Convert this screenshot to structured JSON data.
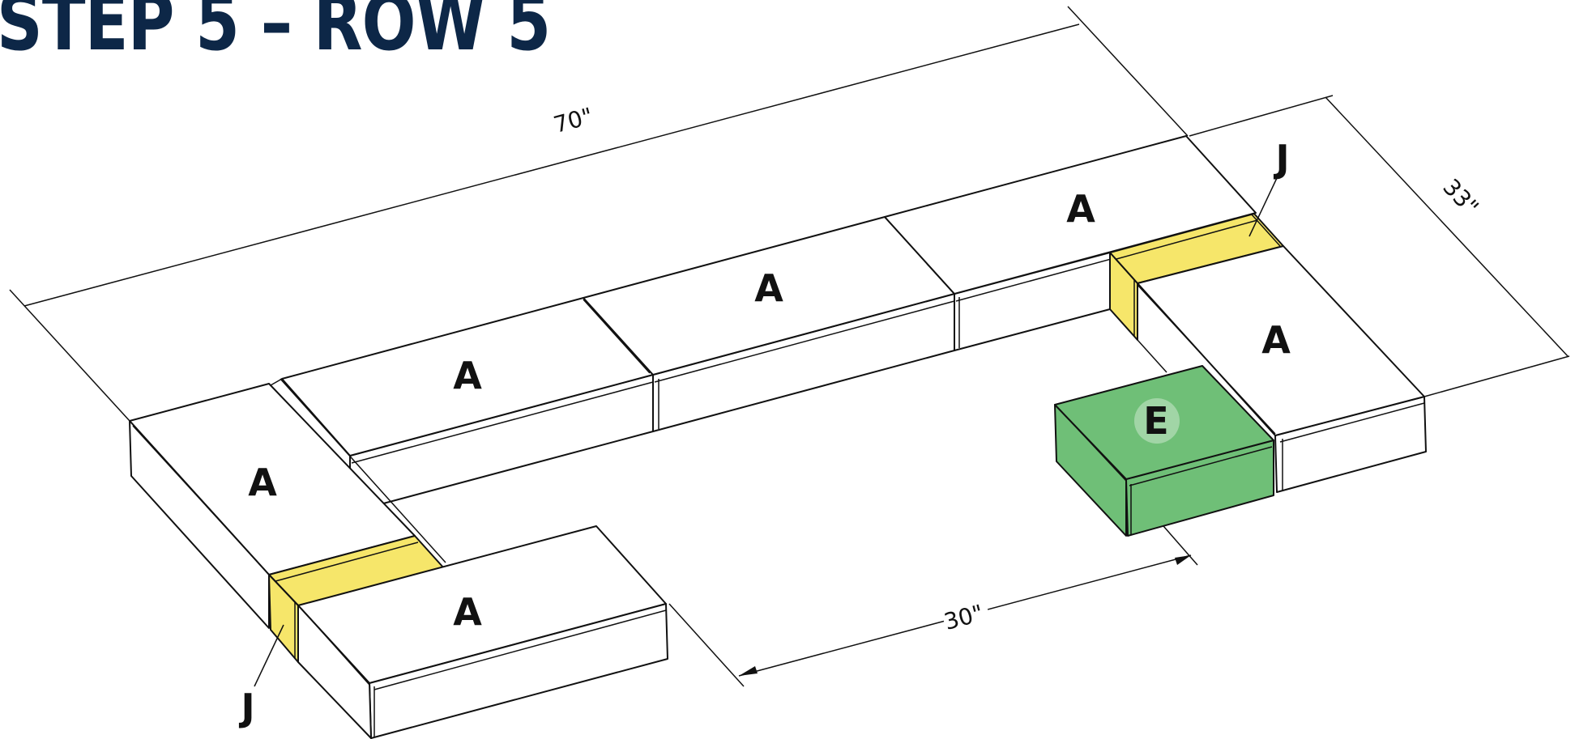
{
  "title": "STEP 5 – ROW 5",
  "dimensions": {
    "length": "70\"",
    "width": "33\"",
    "gap": "30\""
  },
  "blocks": {
    "a1": "A",
    "a2": "A",
    "a3": "A",
    "a4": "A",
    "a5": "A",
    "a6": "A",
    "e": "E",
    "j_top": "J",
    "j_bottom": "J"
  },
  "colors": {
    "title": "#0d2747",
    "block_a": "#ffffff",
    "block_j": "#f6e66a",
    "block_e": "#6fbf77",
    "outline": "#111111"
  }
}
